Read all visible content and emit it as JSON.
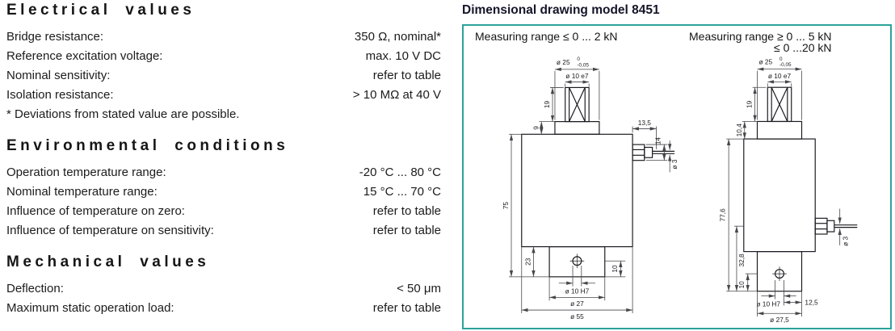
{
  "left": {
    "sections": [
      {
        "heading": "Electrical values",
        "rows": [
          {
            "label": "Bridge resistance:",
            "value": "350 Ω, nominal*"
          },
          {
            "label": "Reference excitation voltage:",
            "value": "max. 10 V DC"
          },
          {
            "label": "Nominal sensitivity:",
            "value": "refer to table"
          },
          {
            "label": "Isolation resistance:",
            "value": "> 10 MΩ at 40 V"
          }
        ],
        "footnote": "* Deviations from stated value are possible."
      },
      {
        "heading": "Environmental conditions",
        "rows": [
          {
            "label": "Operation temperature range:",
            "value": "-20 °C ... 80 °C"
          },
          {
            "label": "Nominal temperature range:",
            "value": "15 °C ... 70 °C"
          },
          {
            "label": "Influence of temperature on zero:",
            "value": "refer to table"
          },
          {
            "label": "Influence of temperature on sensitivity:",
            "value": "refer to table"
          }
        ]
      },
      {
        "heading": "Mechanical values",
        "rows": [
          {
            "label": "Deflection:",
            "value": "< 50 μm"
          },
          {
            "label": "Maximum static operation load:",
            "value": "refer to table"
          }
        ]
      }
    ]
  },
  "right": {
    "title": "Dimensional drawing model 8451",
    "accent_color": "#2ba39a",
    "drawing1": {
      "range": "Measuring range ≤ 0 ... 2 kN",
      "dims": {
        "d25": "ø 25",
        "tol_top": "0",
        "tol_bottom": "-0,05",
        "d10": "ø 10 e7",
        "h19": "19",
        "h9": "9",
        "h75": "75",
        "h23": "23",
        "h10": "10",
        "w135": "13,5",
        "h14": "14",
        "cable": "ø 3",
        "hole": "ø 10 H7",
        "d27": "ø 27",
        "d55": "ø 55"
      }
    },
    "drawing2": {
      "range1": "Measuring range ≥ 0 ... 5 kN",
      "range2": "≤ 0 ...20 kN",
      "dims": {
        "d25": "ø 25",
        "tol_top": "0",
        "tol_bottom": "-0,05",
        "d10": "ø 10 e7",
        "h19": "19",
        "h104": "10,4",
        "h776": "77,6",
        "h328": "32,8",
        "h10": "10",
        "cable": "ø 3",
        "hole": "ø 10 H7",
        "w125": "12,5",
        "d275": "ø 27,5"
      }
    }
  }
}
